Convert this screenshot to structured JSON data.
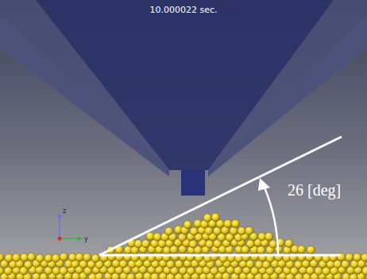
{
  "diagram": {
    "labels": [
      "10.000022 sec.",
      "26 [deg]",
      "z",
      "y"
    ]
  }
}
